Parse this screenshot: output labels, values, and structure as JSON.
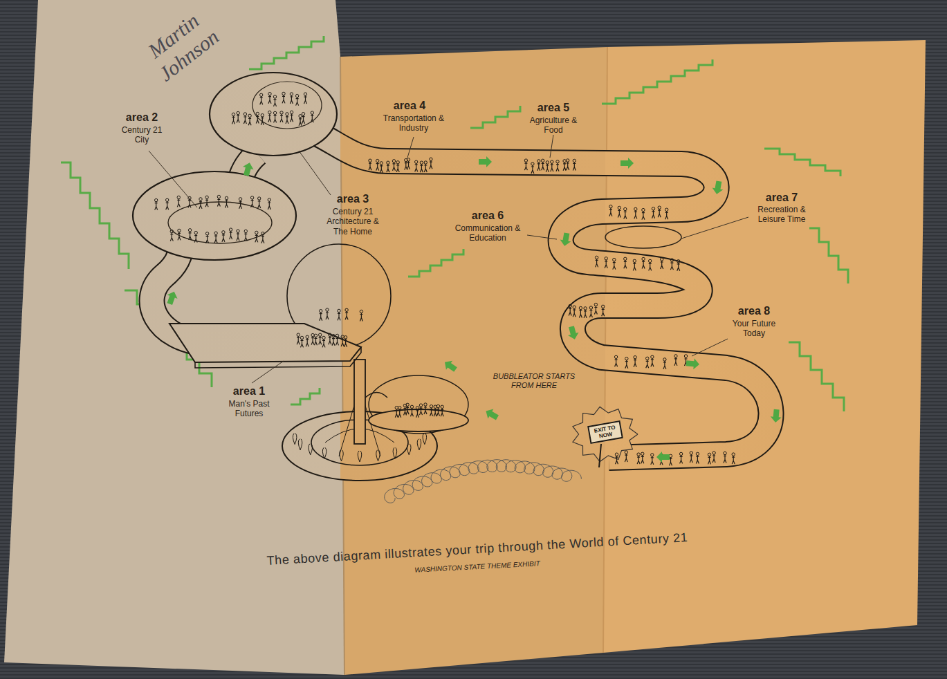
{
  "diagram": {
    "caption": "The above diagram illustrates your trip through the World of Century 21",
    "nodes": [
      {
        "text": [
          "EXIT TO NOW"
        ]
      }
    ],
    "labels": [
      "Martin Johnson",
      "area 2",
      "Century 21 City",
      "area 4",
      "Transportation & Industry",
      "area 5",
      "Agriculture & Food",
      "area 3",
      "Century 21 Architecture & The Home",
      "area 6",
      "Communication & Education",
      "area 7",
      "Recreation & Leisure Time",
      "area 8",
      "Your Future Today",
      "area 1",
      "Man's Past Futures",
      "BUBBLEATOR STARTS FROM HERE",
      "WASHINGTON STATE THEME EXHIBIT"
    ]
  }
}
